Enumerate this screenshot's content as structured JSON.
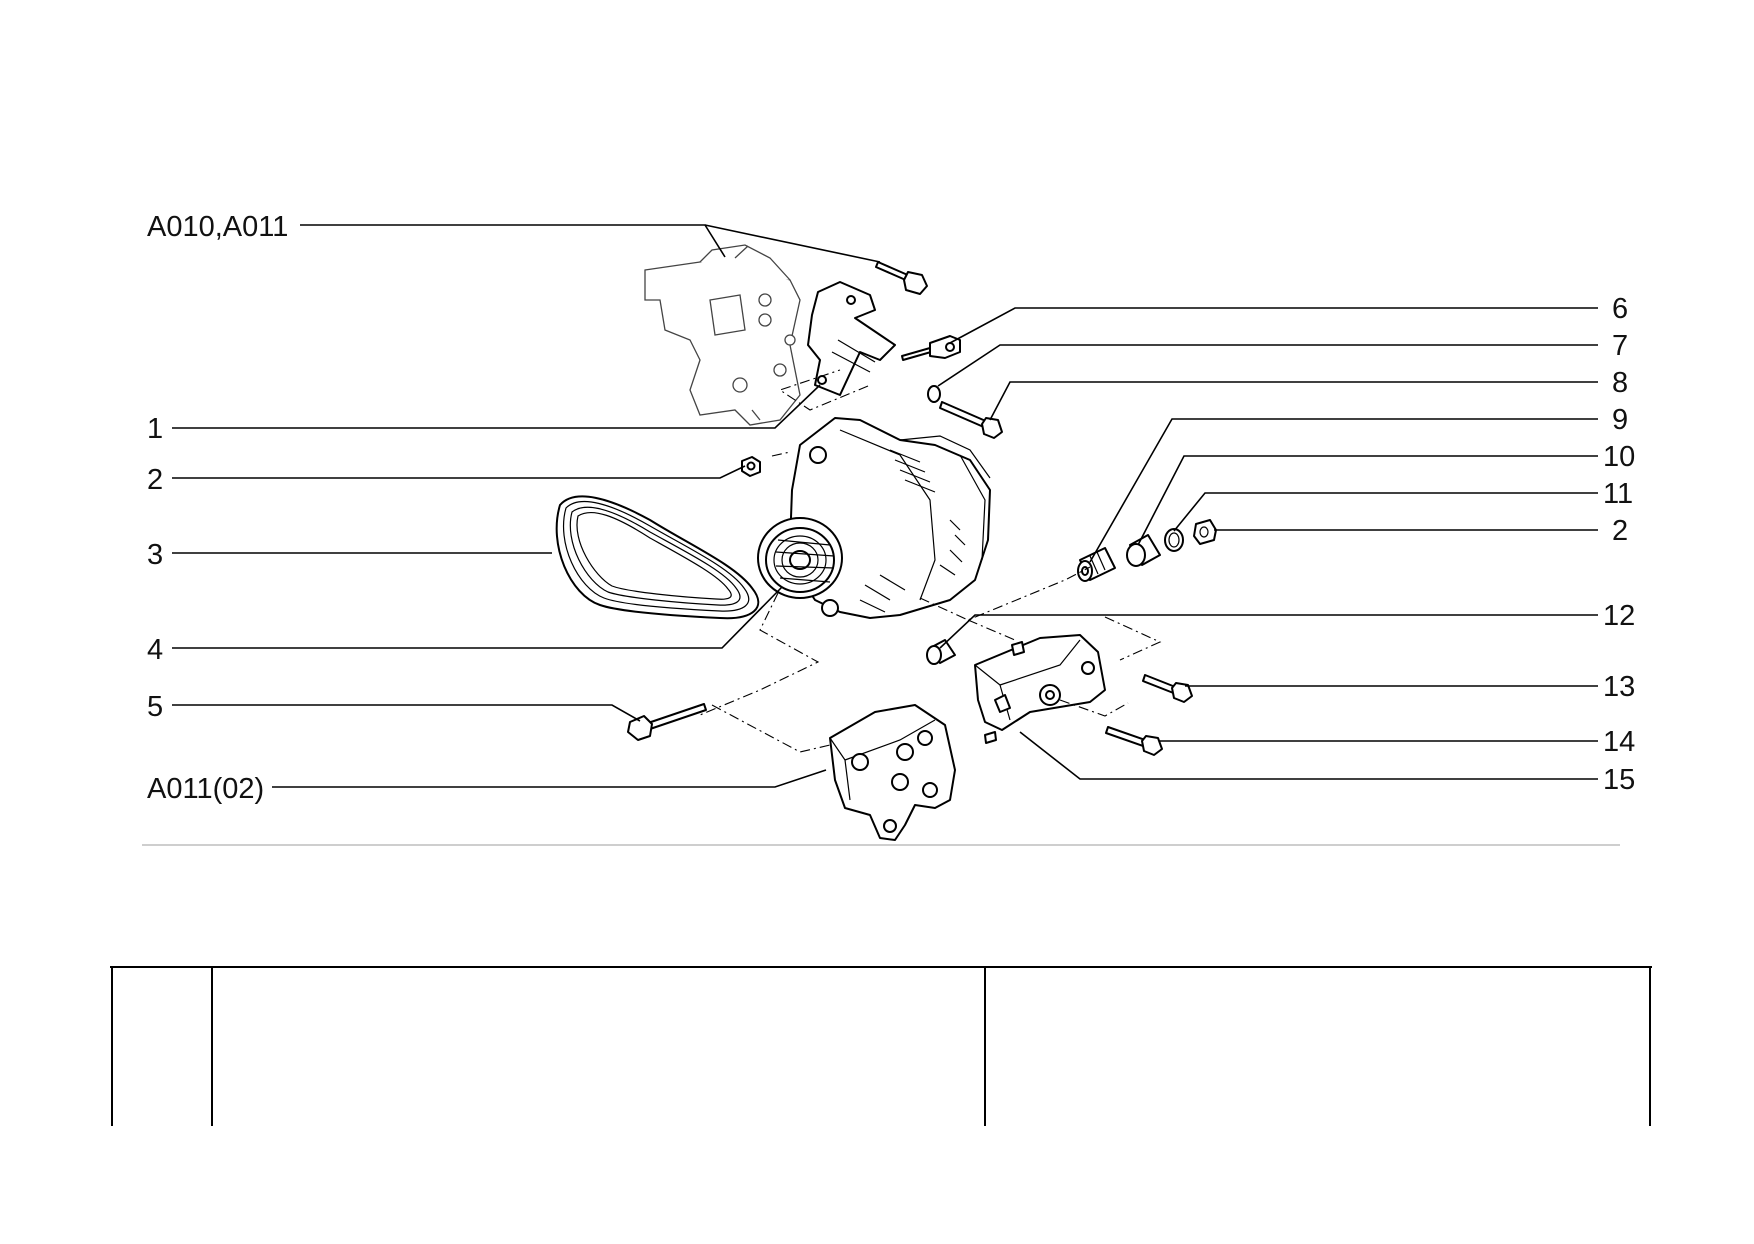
{
  "diagram": {
    "left_labels": [
      {
        "id": "a010-a011",
        "text": "A010,A011"
      },
      {
        "id": "1",
        "text": "1"
      },
      {
        "id": "2",
        "text": "2"
      },
      {
        "id": "3",
        "text": "3"
      },
      {
        "id": "4",
        "text": "4"
      },
      {
        "id": "5",
        "text": "5"
      },
      {
        "id": "a011-02",
        "text": "A011(02)"
      }
    ],
    "right_labels": [
      {
        "id": "6",
        "text": "6"
      },
      {
        "id": "7",
        "text": "7"
      },
      {
        "id": "8",
        "text": "8"
      },
      {
        "id": "9",
        "text": "9"
      },
      {
        "id": "10",
        "text": "10"
      },
      {
        "id": "11",
        "text": "11"
      },
      {
        "id": "2b",
        "text": "2"
      },
      {
        "id": "12",
        "text": "12"
      },
      {
        "id": "13",
        "text": "13"
      },
      {
        "id": "14",
        "text": "14"
      },
      {
        "id": "15",
        "text": "15"
      }
    ]
  },
  "parts_table": {
    "columns": [
      "",
      "",
      ""
    ]
  }
}
